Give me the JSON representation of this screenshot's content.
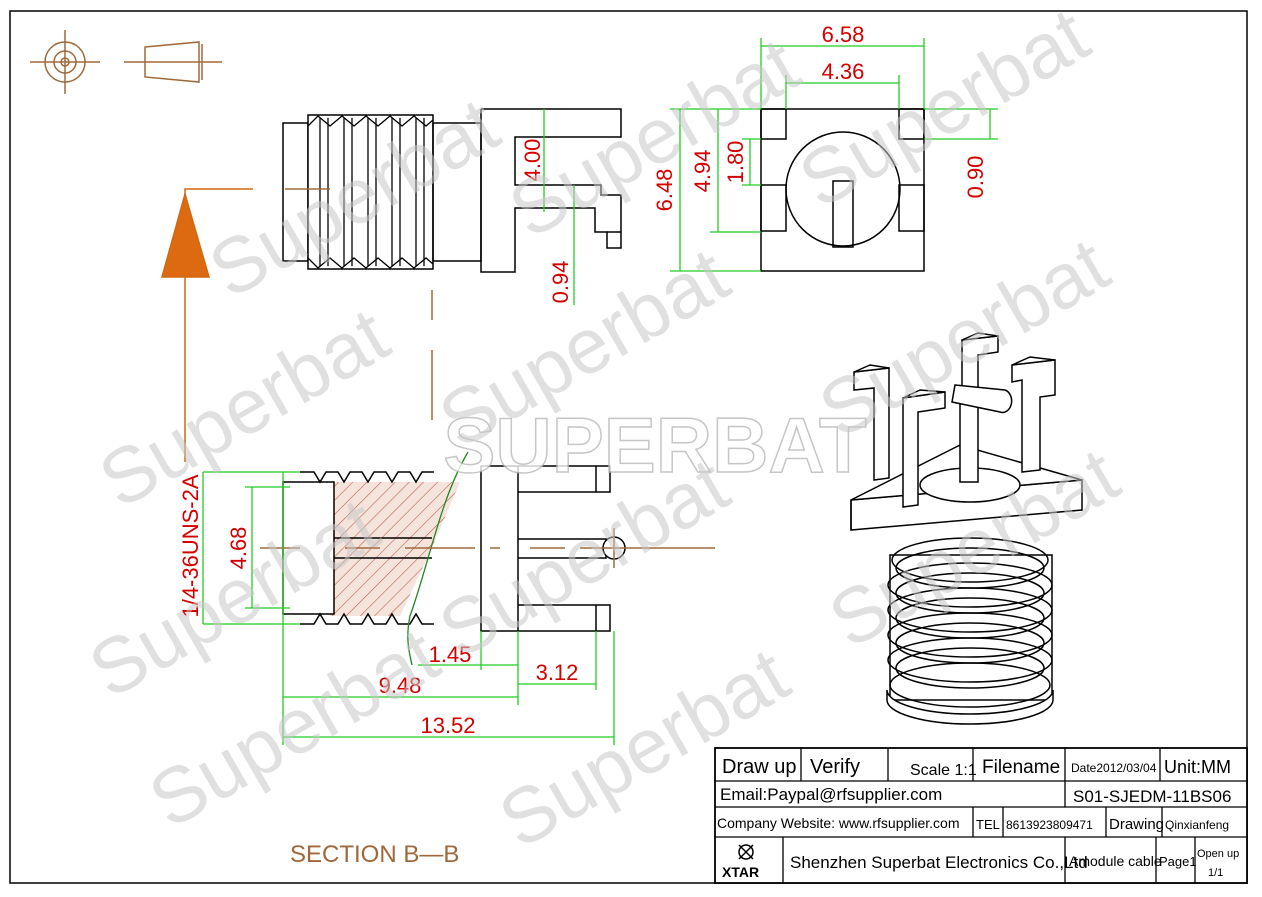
{
  "dimensions": {
    "d658": "6.58",
    "d436": "4.36",
    "d648": "6.48",
    "d494": "4.94",
    "d180": "1.80",
    "d090": "0.90",
    "d400": "4.00",
    "d094": "0.94",
    "thread": "1/4-36UNS-2A",
    "d468": "4.68",
    "d145": "1.45",
    "d312": "3.12",
    "d948": "9.48",
    "d1352": "13.52"
  },
  "section_label": "SECTION B—B",
  "watermark": {
    "center": "SUPERBAT",
    "repeat": "Superbat"
  },
  "title_block": {
    "draw_up": "Draw up",
    "verify": "Verify",
    "scale": "Scale 1:1",
    "filename": "Filename",
    "date": "Date2012/03/04",
    "unit": "Unit:MM",
    "email": "Email:Paypal@rfsupplier.com",
    "part_no": "S01-SJEDM-11BS06",
    "website": "Company Website:  www.rfsupplier.com",
    "tel_label": "TEL",
    "tel": "8613923809471",
    "drawing": "Drawing",
    "drawer": "Qinxianfeng",
    "logo": "XTAR",
    "company": "Shenzhen Superbat Electronics Co.,Ltd",
    "product": "Amodule cable",
    "page": "Page1",
    "open_up": "Open up",
    "pages": "1/1"
  }
}
